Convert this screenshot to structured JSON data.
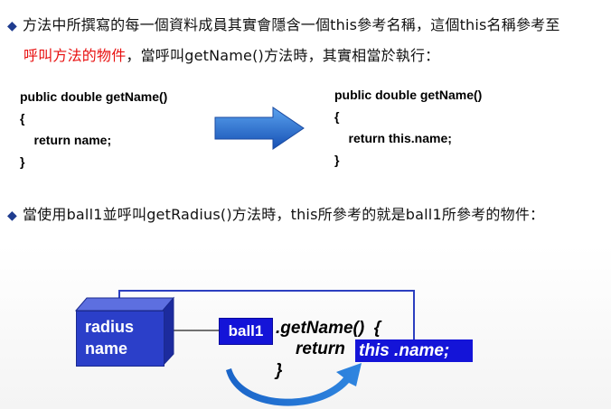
{
  "bullet1": {
    "prefix": "方法中所撰寫的每一個資料成員其實會隱含一個this參考名稱，這個this名稱參考至",
    "highlight": "呼叫方法的物件",
    "suffix": "，當呼叫getName()方法時，其實相當於執行："
  },
  "code_left": [
    "public double getName()",
    "{",
    "    return name;",
    "}"
  ],
  "code_right": [
    "public double getName()",
    "{",
    "    return this.name;",
    "}"
  ],
  "bullet2": {
    "text": "當使用ball1並呼叫getRadius()方法時，this所參考的就是ball1所參考的物件："
  },
  "diagram": {
    "cube_line1": "radius",
    "cube_line2": "name",
    "ball1": "ball1",
    "call": ".getName()  {",
    "return_kw": "return",
    "this_expr": "this .name;",
    "close_brace": "}"
  },
  "colors": {
    "accent": "#1414d8",
    "highlight": "#e81010",
    "arrow": "#1e6fd0"
  },
  "icons": {
    "bullet": "diamond-icon",
    "arrow": "right-arrow-icon",
    "curve": "curved-arrow-icon"
  }
}
